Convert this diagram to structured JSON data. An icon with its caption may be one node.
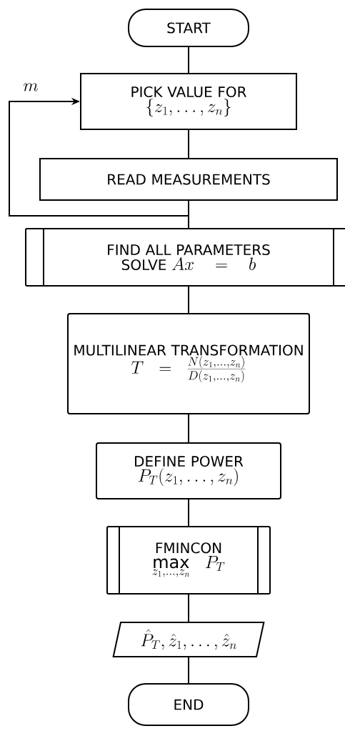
{
  "diagram": {
    "nodes": [
      {
        "text": [
          "START"
        ]
      },
      {
        "text": [
          "PICK VALUE FOR",
          "\\{z_1, \\ldots, z_n\\}"
        ]
      },
      {
        "text": [
          "READ MEASUREMENTS"
        ]
      },
      {
        "text": [
          "FIND ALL PARAMETERS",
          "SOLVE",
          "Ax = b"
        ]
      },
      {
        "text": [
          "MULTILINEAR TRANSFORMATION",
          "T = \\frac{N(z_1,\\ldots,z_n)}{D(z_1,\\ldots,z_n)}"
        ]
      },
      {
        "text": [
          "DEFINE POWER",
          "P_T(z_1, \\ldots, z_n)"
        ]
      },
      {
        "text": [
          "FMINCON",
          "\\max\\limits_{z_1,\\ldots,z_n}\\; P_T"
        ]
      },
      {
        "text": [
          "\\hat{P}_T, \\hat{z}_1, \\ldots, \\hat{z}_n"
        ]
      },
      {
        "text": [
          "END"
        ]
      }
    ],
    "edges": [
      {
        "from": 0,
        "to": 1,
        "arrow": "none"
      },
      {
        "from": 1,
        "to": 2,
        "arrow": "none"
      },
      {
        "from": 2,
        "to": 3,
        "arrow": "none"
      },
      {
        "from": 2,
        "to": 1,
        "arrow": "to",
        "label": "m"
      },
      {
        "from": 3,
        "to": 4,
        "arrow": "none"
      },
      {
        "from": 4,
        "to": 5,
        "arrow": "none"
      },
      {
        "from": 5,
        "to": 6,
        "arrow": "none"
      },
      {
        "from": 6,
        "to": 7,
        "arrow": "none"
      },
      {
        "from": 7,
        "to": 8,
        "arrow": "none"
      }
    ]
  }
}
